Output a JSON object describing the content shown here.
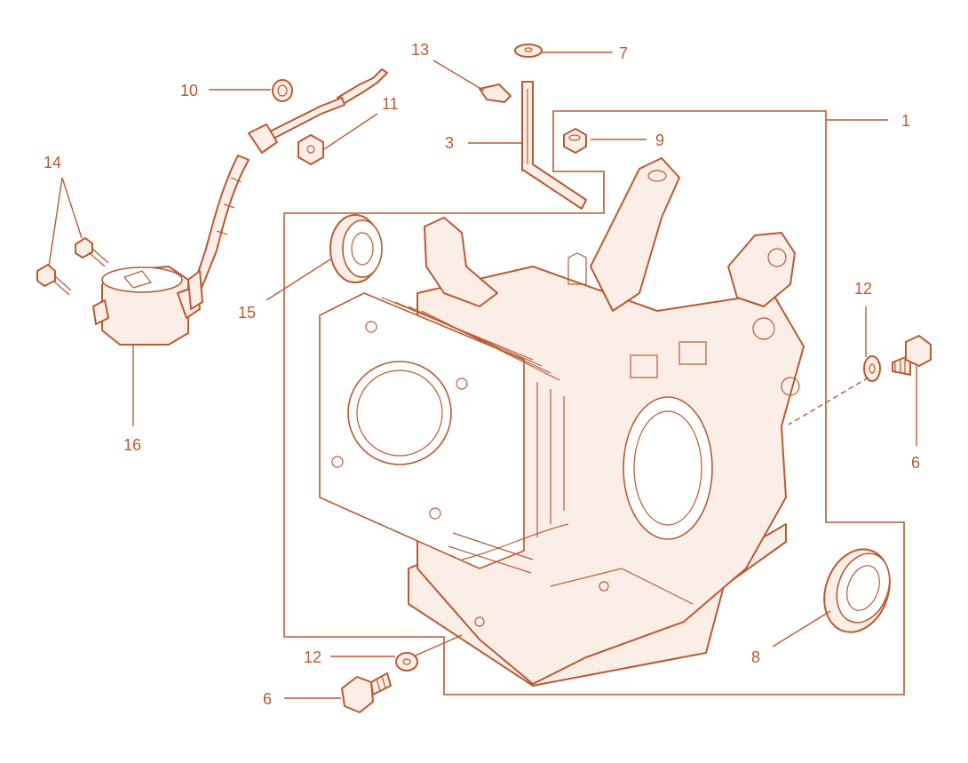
{
  "labels": {
    "l1": "1",
    "l3": "3",
    "l6a": "6",
    "l6b": "6",
    "l7": "7",
    "l8": "8",
    "l9": "9",
    "l10": "10",
    "l11": "11",
    "l12a": "12",
    "l12b": "12",
    "l13": "13",
    "l14": "14",
    "l15": "15",
    "l16": "16"
  },
  "colors": {
    "line": "#b85a33",
    "fill": "#fbeee6",
    "background": "#ffffff"
  }
}
